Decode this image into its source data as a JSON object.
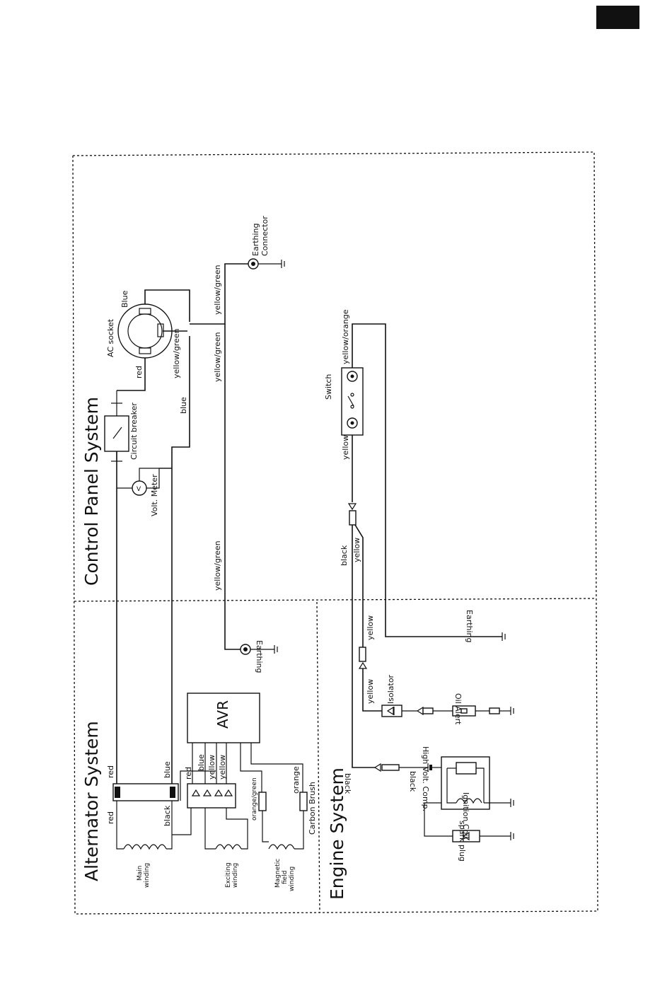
{
  "sections": {
    "control_panel": "Control Panel System",
    "alternator": "Alternator System",
    "engine": "Engine System"
  },
  "components": {
    "avr": "AVR",
    "ac_socket": "AC socket",
    "circuit_breaker": "Circuit breaker",
    "volt_meter": "Volt. Meter",
    "earthing_connector_line1": "Earthing",
    "earthing_connector_line2": "Connector",
    "switch": "Switch",
    "isolator": "Isolator",
    "oil_alert": "Oil Alert",
    "high_volt_comp": "High Volt. Comp.",
    "ignition_coil": "Ignition Coil",
    "spark_plug": "spark plug",
    "carbon_brush": "Carbon Brush",
    "main_winding_line1": "Main",
    "main_winding_line2": "winding",
    "exciting_winding_line1": "Exciting",
    "exciting_winding_line2": "winding",
    "magnetic_winding_line1": "Magnetic",
    "magnetic_winding_line2": "field",
    "magnetic_winding_line3": "winding",
    "earthing_left": "Earthing",
    "earthing_right": "Earthing"
  },
  "wires": {
    "red": "red",
    "blue": "blue",
    "blue_cap": "Blue",
    "black": "black",
    "yellow": "yellow",
    "orange": "orange",
    "orange_green": "orange/green",
    "yellow_green": "yellow/green",
    "yellow_orange": "yellow/orange",
    "v": "V"
  }
}
